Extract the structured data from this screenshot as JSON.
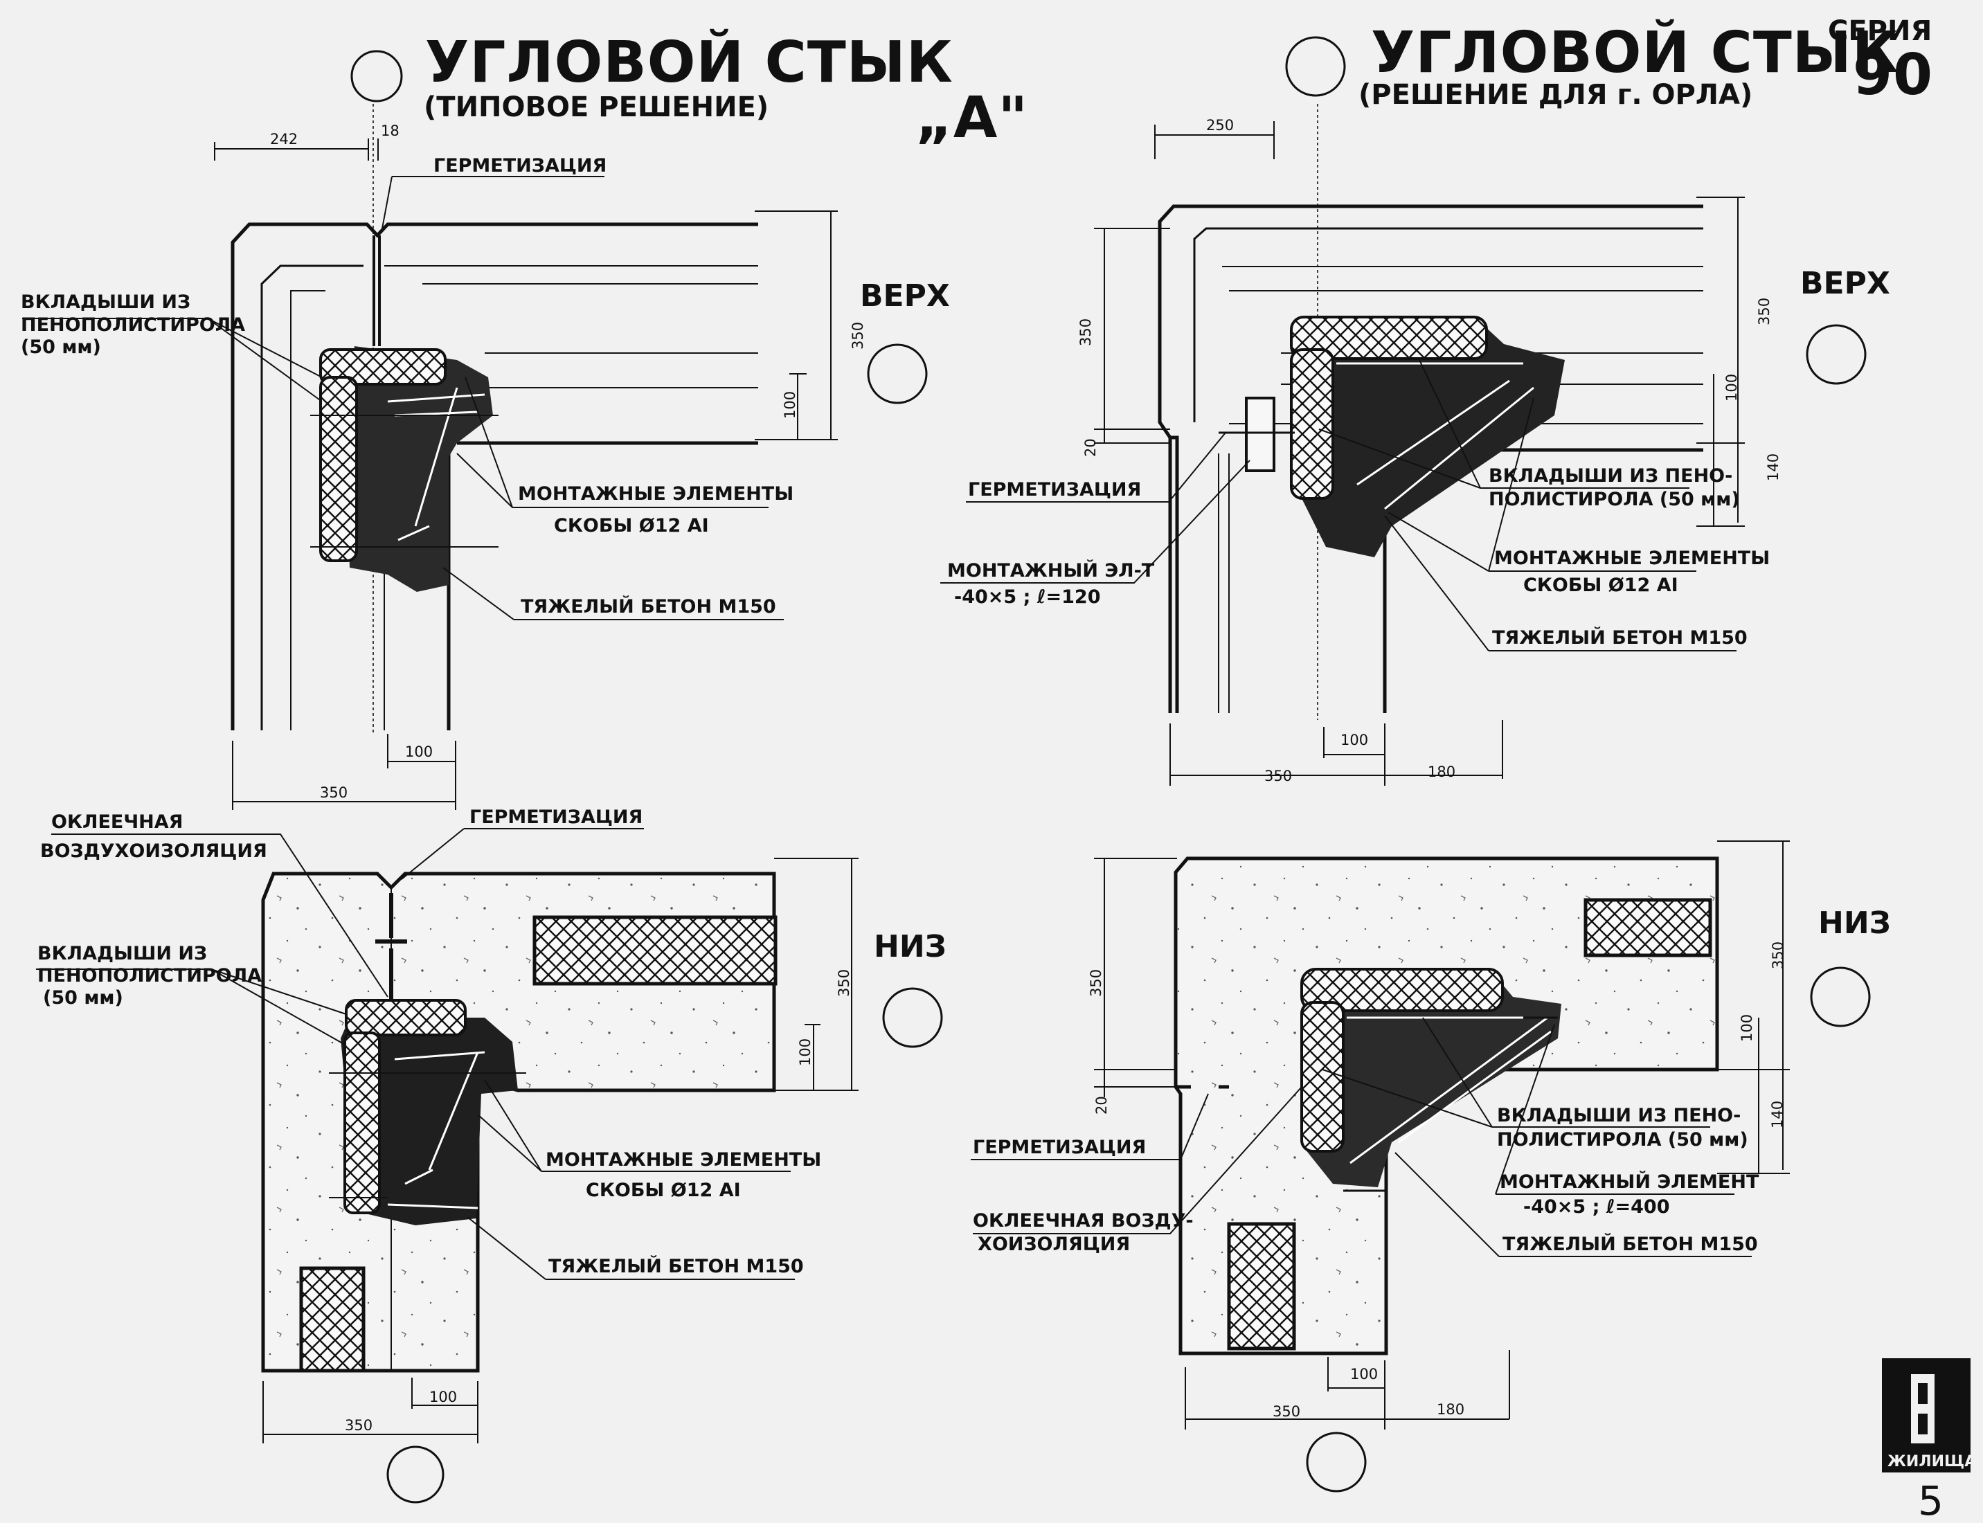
{
  "sheet": {
    "series_label": "СЕРИЯ",
    "series_number": "90",
    "page_number": "5",
    "corner_stamp": "ЖИЛИЩА",
    "center_mark": "„А\""
  },
  "left_detail": {
    "title": "УГЛОВОЙ СТЫК",
    "subtitle": "(ТИПОВОЕ РЕШЕНИЕ)"
  },
  "right_detail": {
    "title": "УГЛОВОЙ СТЫК",
    "subtitle": "(РЕШЕНИЕ ДЛЯ г. ОРЛА)"
  },
  "views": {
    "top": "ВЕРХ",
    "bottom": "НИЗ"
  },
  "labels": {
    "tl_sealing": "ГЕРМЕТИЗАЦИЯ",
    "tl_inserts_1": "ВКЛАДЫШИ ИЗ",
    "tl_inserts_2": "ПЕНОПОЛИСТИРОЛА",
    "tl_inserts_3": "(50 мм)",
    "tl_mount_1": "МОНТАЖНЫЕ ЭЛЕМЕНТЫ",
    "tl_mount_2": "СКОБЫ Ø12 АI",
    "tl_concrete": "ТЯЖЕЛЫЙ БЕТОН М150",
    "bl_pasted_1": "ОКЛЕЕЧНАЯ",
    "bl_pasted_2": "ВОЗДУХОИЗОЛЯЦИЯ",
    "bl_sealing": "ГЕРМЕТИЗАЦИЯ",
    "bl_inserts_1": "ВКЛАДЫШИ ИЗ",
    "bl_inserts_2": "ПЕНОПОЛИСТИРОЛА",
    "bl_inserts_3": "(50 мм)",
    "bl_mount_1": "МОНТАЖНЫЕ ЭЛЕМЕНТЫ",
    "bl_mount_2": "СКОБЫ Ø12 АI",
    "bl_concrete": "ТЯЖЕЛЫЙ БЕТОН М150",
    "tr_sealing": "ГЕРМЕТИЗАЦИЯ",
    "tr_mountel_1": "МОНТАЖНЫЙ ЭЛ-Т",
    "tr_mountel_2": "-40×5 ;  ℓ=120",
    "tr_inserts_1": "ВКЛАДЫШИ ИЗ ПЕНО-",
    "tr_inserts_2": "ПОЛИСТИРОЛА (50 мм)",
    "tr_mount_1": "МОНТАЖНЫЕ ЭЛЕМЕНТЫ",
    "tr_mount_2": "СКОБЫ Ø12 АI",
    "tr_concrete": "ТЯЖЕЛЫЙ БЕТОН М150",
    "br_sealing": "ГЕРМЕТИЗАЦИЯ",
    "br_pasted_1": "ОКЛЕЕЧНАЯ ВОЗДУ-",
    "br_pasted_2": "ХОИЗОЛЯЦИЯ",
    "br_inserts_1": "ВКЛАДЫШИ ИЗ ПЕНО-",
    "br_inserts_2": "ПОЛИСТИРОЛА (50 мм)",
    "br_mount_1": "МОНТАЖНЫЙ ЭЛЕМЕНТ",
    "br_mount_2": "-40×5 ;  ℓ=400",
    "br_concrete": "ТЯЖЕЛЫЙ БЕТОН М150"
  },
  "dims": {
    "d242": "242",
    "d18": "18",
    "d250": "250",
    "d350": "350",
    "d100": "100",
    "d180": "180",
    "d140": "140",
    "d20": "20"
  }
}
